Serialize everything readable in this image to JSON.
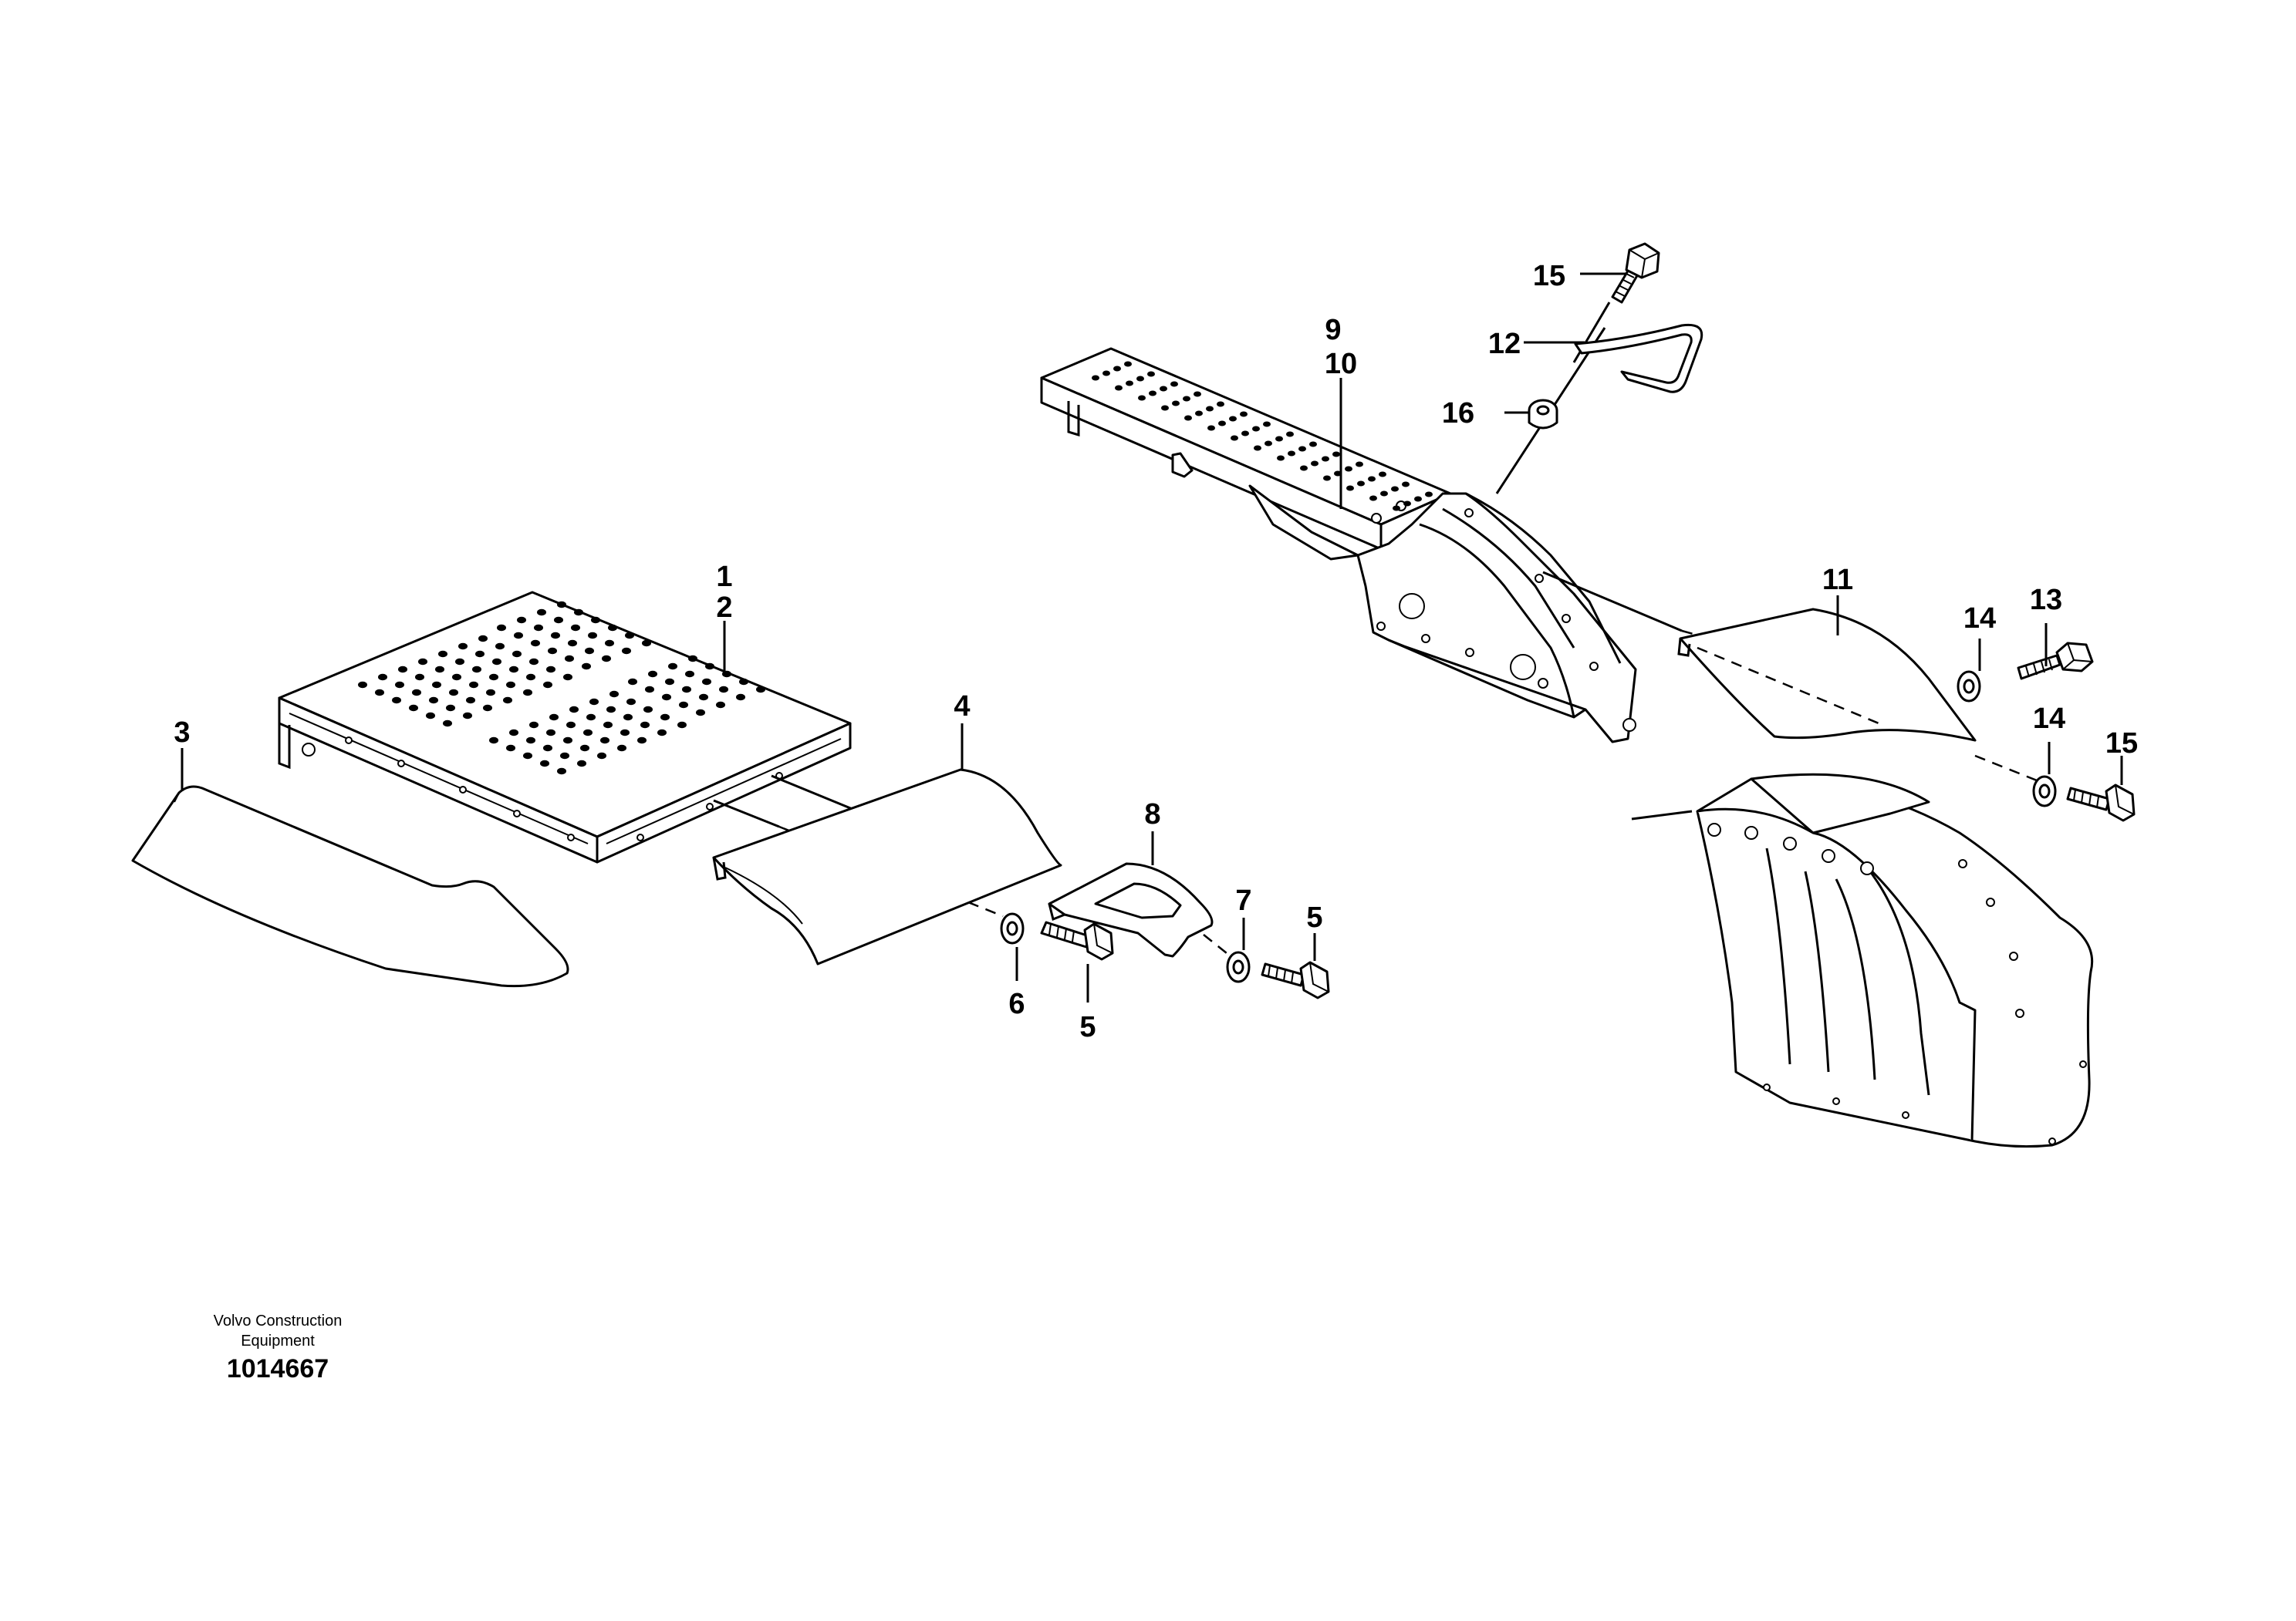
{
  "manufacturer": {
    "line1": "Volvo Construction",
    "line2": "Equipment"
  },
  "drawing_number": "1014667",
  "callouts": [
    {
      "id": "c1",
      "text": "1"
    },
    {
      "id": "c2",
      "text": "2"
    },
    {
      "id": "c3",
      "text": "3"
    },
    {
      "id": "c4",
      "text": "4"
    },
    {
      "id": "c5a",
      "text": "5"
    },
    {
      "id": "c5b",
      "text": "5"
    },
    {
      "id": "c6",
      "text": "6"
    },
    {
      "id": "c7",
      "text": "7"
    },
    {
      "id": "c8",
      "text": "8"
    },
    {
      "id": "c9",
      "text": "9"
    },
    {
      "id": "c10",
      "text": "10"
    },
    {
      "id": "c11",
      "text": "11"
    },
    {
      "id": "c12",
      "text": "12"
    },
    {
      "id": "c13",
      "text": "13"
    },
    {
      "id": "c14a",
      "text": "14"
    },
    {
      "id": "c14b",
      "text": "14"
    },
    {
      "id": "c15a",
      "text": "15"
    },
    {
      "id": "c15b",
      "text": "15"
    },
    {
      "id": "c16",
      "text": "16"
    }
  ]
}
